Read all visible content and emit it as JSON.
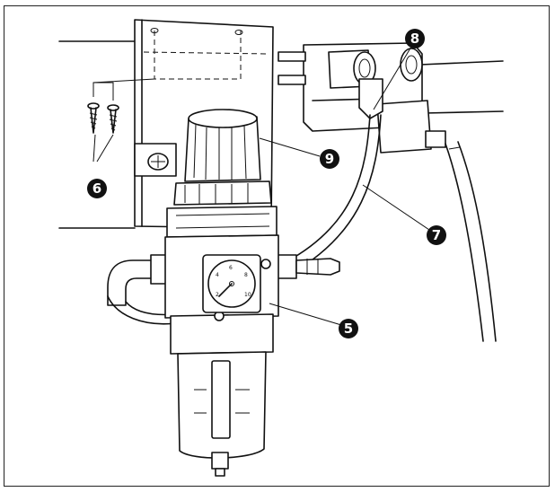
{
  "callouts": [
    {
      "id": "c5",
      "label": "5"
    },
    {
      "id": "c6",
      "label": "6"
    },
    {
      "id": "c7",
      "label": "7"
    },
    {
      "id": "c8",
      "label": "8"
    },
    {
      "id": "c9",
      "label": "9"
    }
  ],
  "gauge": {
    "scale_labels": [
      "2",
      "4",
      "6",
      "8",
      "10"
    ]
  }
}
